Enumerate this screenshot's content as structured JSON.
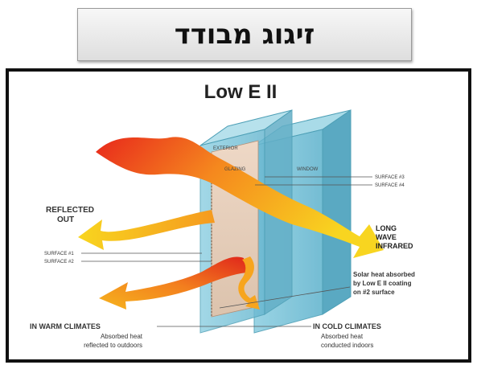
{
  "slide": {
    "title": "זיגוג מבודד"
  },
  "diagram": {
    "heading": "Low E II",
    "label_exterior": "EXTERIOR",
    "label_glazing": "GLAZING",
    "label_window": "WINDOW",
    "label_surface3": "SURFACE #3",
    "label_surface4": "SURFACE #4",
    "label_reflected_1": "REFLECTED",
    "label_reflected_2": "OUT",
    "label_surface1": "SURFACE #1",
    "label_surface2": "SURFACE #2",
    "label_longwave_1": "LONG",
    "label_longwave_2": "WAVE",
    "label_longwave_3": "INFRARED",
    "solar_note_1": "Solar heat absorbed",
    "solar_note_2": "by Low E II coating",
    "solar_note_3": "on #2 surface",
    "warm_title": "IN WARM CLIMATES",
    "warm_line1": "Absorbed heat",
    "warm_line2": "reflected to outdoors",
    "cold_title": "IN COLD CLIMATES",
    "cold_line1": "Absorbed heat",
    "cold_line2": "conducted indoors",
    "colors": {
      "glass": "#7fc6da",
      "glass_edge": "#4d9fb6",
      "heat_hot": "#e32a1c",
      "heat_warm": "#f58a1f",
      "heat_cool": "#f7d21f"
    }
  }
}
